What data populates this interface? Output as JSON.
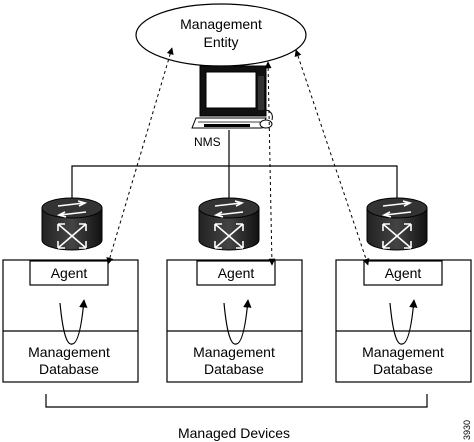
{
  "management_entity": {
    "line1": "Management",
    "line2": "Entity"
  },
  "nms": {
    "label": "NMS",
    "icon": "computer-workstation-icon"
  },
  "devices": [
    {
      "agent": "Agent",
      "db_line1": "Management",
      "db_line2": "Database",
      "router_icon": "router-icon"
    },
    {
      "agent": "Agent",
      "db_line1": "Management",
      "db_line2": "Database",
      "router_icon": "router-icon"
    },
    {
      "agent": "Agent",
      "db_line1": "Management",
      "db_line2": "Database",
      "router_icon": "router-icon"
    }
  ],
  "managed_devices_label": "Managed Devices",
  "figure_id": "3930",
  "colors": {
    "line": "#000000",
    "background": "#ffffff"
  }
}
